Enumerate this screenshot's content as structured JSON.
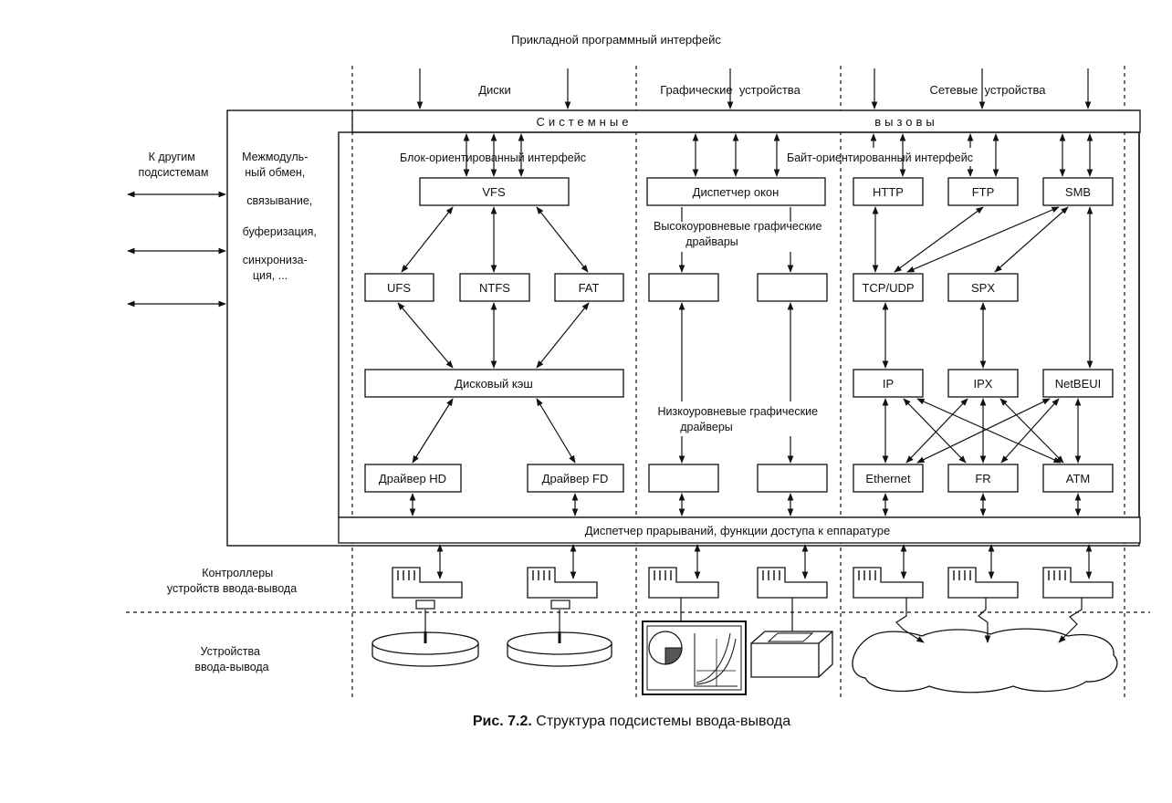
{
  "title_top": "Прикладной программный интерфейс",
  "columns": {
    "disks": "Диски",
    "graphics": "Графические  устройства",
    "network": "Сетевые  устройства"
  },
  "syscalls": {
    "left": "Системные",
    "right": "вызовы"
  },
  "left_side": {
    "other_subsystems": [
      "К другим",
      "подсистемам"
    ],
    "functions": [
      "Межмодуль-",
      "ный обмен,",
      "связывание,",
      "буферизация,",
      "синхрониза-",
      "ция, ..."
    ]
  },
  "interfaces": {
    "block": "Блок-ориентированный интерфейс",
    "byte": "Байт-ориентированный интерфейс"
  },
  "disk_modules": {
    "vfs": "VFS",
    "ufs": "UFS",
    "ntfs": "NTFS",
    "fat": "FAT",
    "cache": "Дисковый кэш",
    "driver_hd": "Драйвер HD",
    "driver_fd": "Драйвер FD"
  },
  "graphics_modules": {
    "window_manager": "Диспетчер окон",
    "high_level": [
      "Высокоуровневые графические",
      "драйвары"
    ],
    "low_level": [
      "Низкоуровневые графические",
      "драйверы"
    ]
  },
  "network_modules": {
    "http": "HTTP",
    "ftp": "FTP",
    "smb": "SMB",
    "tcpudp": "TCP/UDP",
    "spx": "SPX",
    "ip": "IP",
    "ipx": "IPX",
    "netbeui": "NetBEUI",
    "ethernet": "Ethernet",
    "fr": "FR",
    "atm": "ATM"
  },
  "interrupt_dispatcher": "Диспетчер прарываний, функции доступа к еппаратуре",
  "controllers_label": [
    "Контроллеры",
    "устройств ввода-вывода"
  ],
  "devices_label": [
    "Устройства",
    "ввода-вывода"
  ],
  "caption": {
    "bold": "Рис. 7.2.",
    "rest": " Структура подсистемы ввода-вывода"
  }
}
